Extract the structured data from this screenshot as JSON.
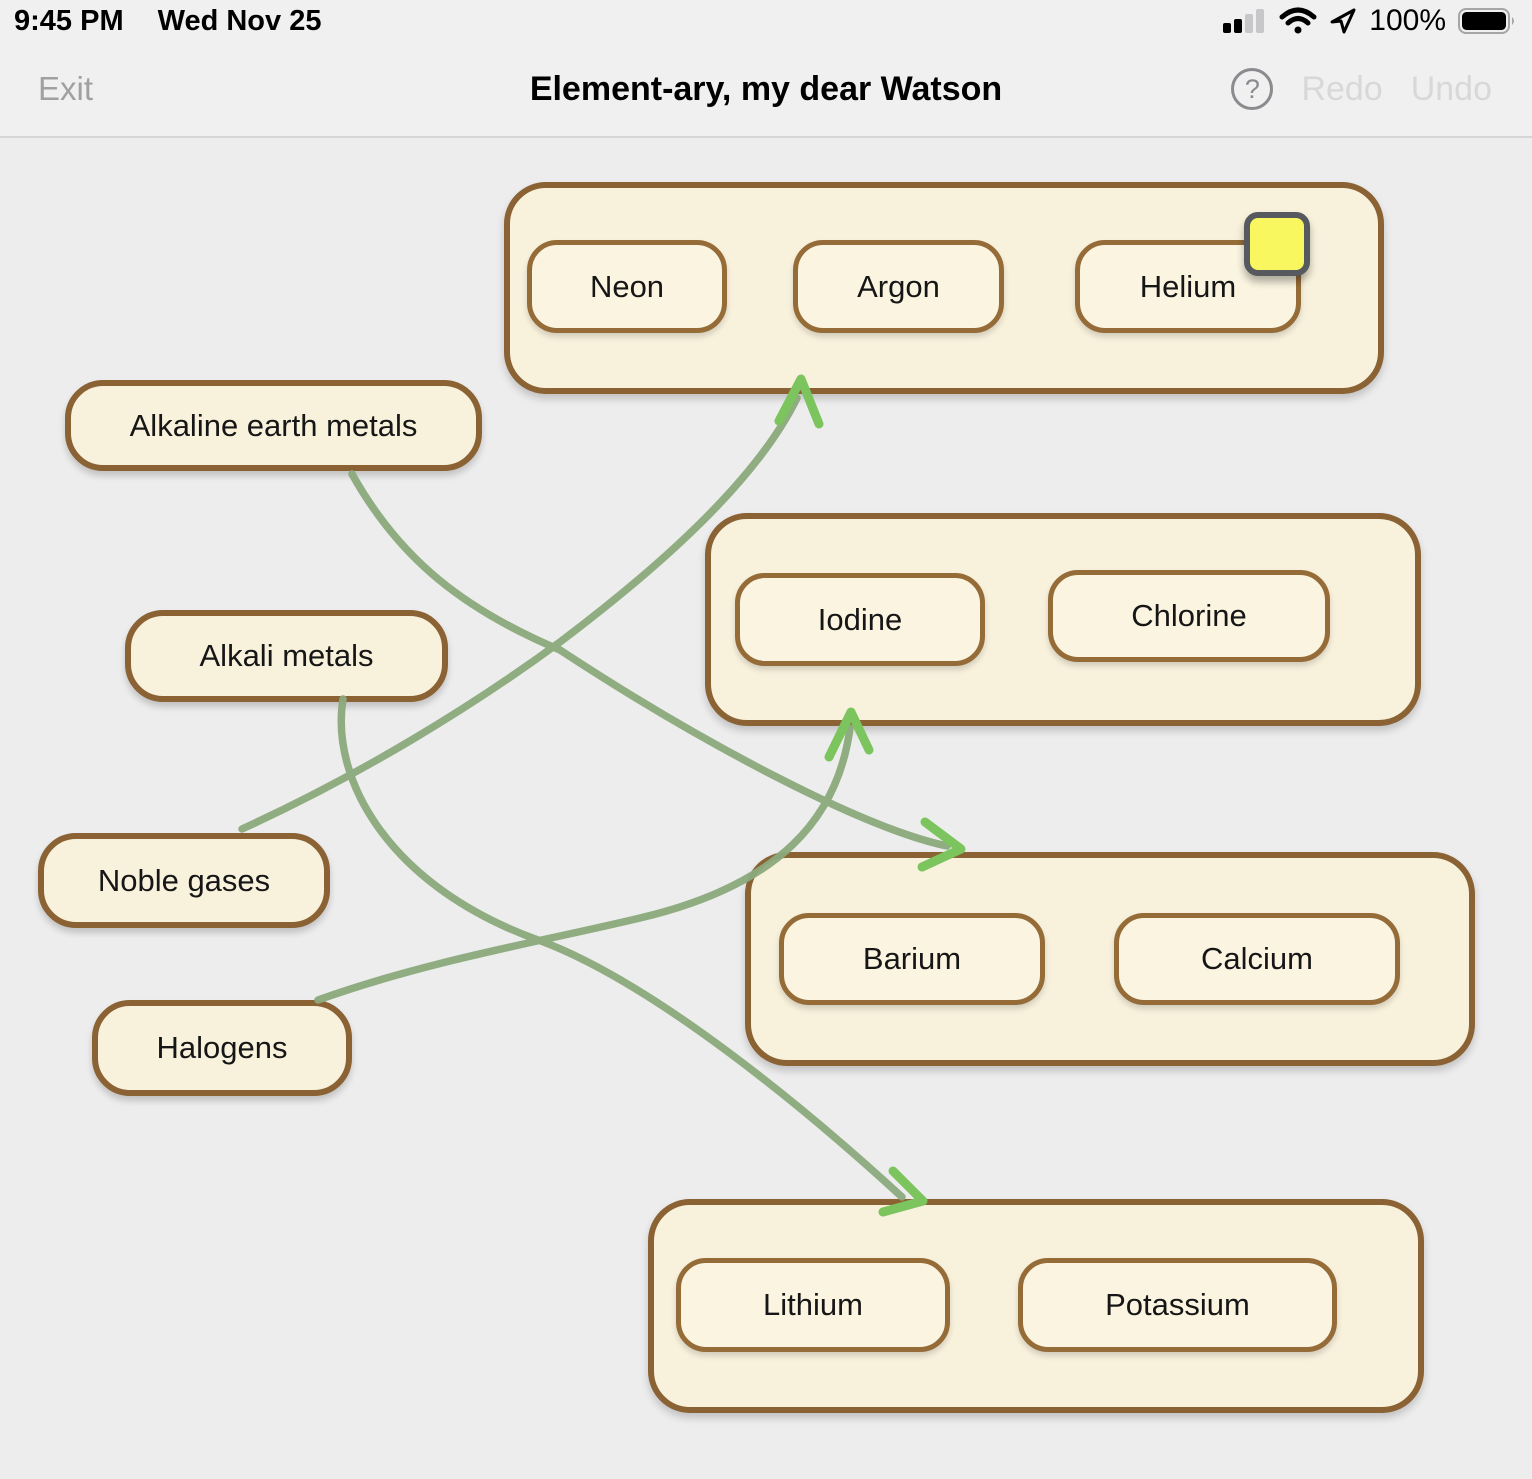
{
  "status_bar": {
    "time": "9:45 PM",
    "date": "Wed Nov 25",
    "battery_percent": "100%",
    "icons": [
      "cellular-signal-icon",
      "wifi-icon",
      "location-arrow-icon",
      "battery-icon"
    ]
  },
  "nav": {
    "exit_label": "Exit",
    "title": "Element-ary, my dear Watson",
    "help_label": "?",
    "redo_label": "Redo",
    "undo_label": "Undo"
  },
  "categories": [
    {
      "id": "alkaline-earth-metals",
      "label": "Alkaline earth metals"
    },
    {
      "id": "alkali-metals",
      "label": "Alkali metals"
    },
    {
      "id": "noble-gases",
      "label": "Noble gases"
    },
    {
      "id": "halogens",
      "label": "Halogens"
    }
  ],
  "groups": [
    {
      "id": "noble-gas-elements",
      "elements": [
        "Neon",
        "Argon",
        "Helium"
      ],
      "sticky_note": true
    },
    {
      "id": "halogen-elements",
      "elements": [
        "Iodine",
        "Chlorine"
      ],
      "sticky_note": false
    },
    {
      "id": "alkaline-earth-elements",
      "elements": [
        "Barium",
        "Calcium"
      ],
      "sticky_note": false
    },
    {
      "id": "alkali-metal-elements",
      "elements": [
        "Lithium",
        "Potassium"
      ],
      "sticky_note": false
    }
  ],
  "connections": [
    {
      "from": "Noble gases",
      "to": "Neon / Argon / Helium"
    },
    {
      "from": "Halogens",
      "to": "Iodine / Chlorine"
    },
    {
      "from": "Alkaline earth metals",
      "to": "Barium / Calcium"
    },
    {
      "from": "Alkali metals",
      "to": "Lithium / Potassium"
    }
  ],
  "colors": {
    "canvas_bg": "#ededee",
    "header_bg": "#f0f0f1",
    "separator": "#d5d5d7",
    "box_fill": "#f8f1dc",
    "box_border": "#8a6233",
    "pill_border": "#956b38",
    "line_green": "#8caa7d",
    "arrowhead_green": "#7cc45e",
    "sticky_note_fill": "#f9f75f",
    "sticky_note_border": "#565a5e",
    "disabled_text": "#d8d8d9",
    "secondary_text": "#a0a0a0"
  }
}
